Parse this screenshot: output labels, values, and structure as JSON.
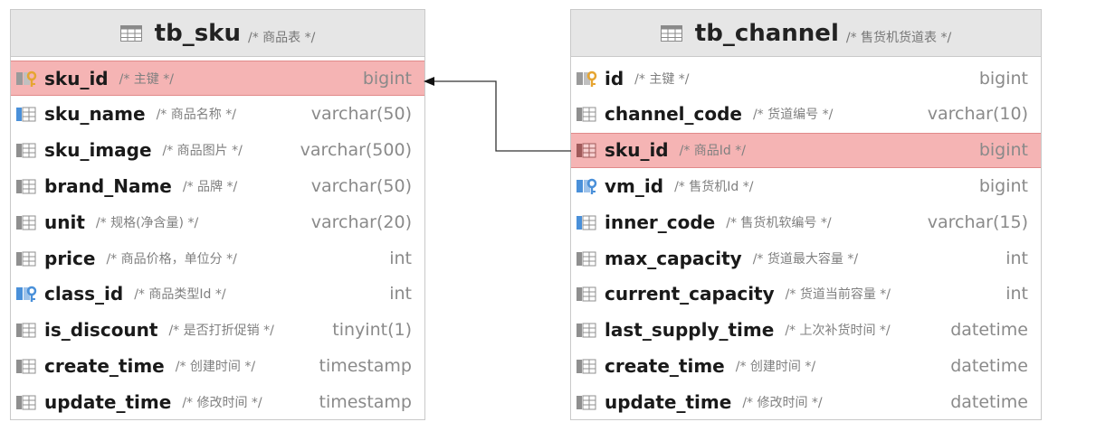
{
  "tables": [
    {
      "name": "tb_sku",
      "comment": "/* 商品表 */",
      "columns": [
        {
          "name": "sku_id",
          "comment": "/* 主键 */",
          "type": "bigint",
          "icon": "primary-key-icon",
          "highlight": true
        },
        {
          "name": "sku_name",
          "comment": "/* 商品名称 */",
          "type": "varchar(50)",
          "icon": "indexed-column-icon",
          "highlight": false
        },
        {
          "name": "sku_image",
          "comment": "/* 商品图片 */",
          "type": "varchar(500)",
          "icon": "column-icon",
          "highlight": false
        },
        {
          "name": "brand_Name",
          "comment": "/* 品牌 */",
          "type": "varchar(50)",
          "icon": "column-icon",
          "highlight": false
        },
        {
          "name": "unit",
          "comment": "/* 规格(净含量) */",
          "type": "varchar(20)",
          "icon": "column-icon",
          "highlight": false
        },
        {
          "name": "price",
          "comment": "/* 商品价格，单位分 */",
          "type": "int",
          "icon": "column-icon",
          "highlight": false
        },
        {
          "name": "class_id",
          "comment": "/* 商品类型Id */",
          "type": "int",
          "icon": "foreign-key-icon",
          "highlight": false
        },
        {
          "name": "is_discount",
          "comment": "/* 是否打折促销 */",
          "type": "tinyint(1)",
          "icon": "column-icon",
          "highlight": false
        },
        {
          "name": "create_time",
          "comment": "/* 创建时间 */",
          "type": "timestamp",
          "icon": "column-icon",
          "highlight": false
        },
        {
          "name": "update_time",
          "comment": "/* 修改时间 */",
          "type": "timestamp",
          "icon": "column-icon",
          "highlight": false
        }
      ]
    },
    {
      "name": "tb_channel",
      "comment": "/* 售货机货道表 */",
      "columns": [
        {
          "name": "id",
          "comment": "/* 主键 */",
          "type": "bigint",
          "icon": "primary-key-icon",
          "highlight": false
        },
        {
          "name": "channel_code",
          "comment": "/* 货道编号 */",
          "type": "varchar(10)",
          "icon": "column-icon",
          "highlight": false
        },
        {
          "name": "sku_id",
          "comment": "/* 商品Id */",
          "type": "bigint",
          "icon": "foreign-column-icon",
          "highlight": true
        },
        {
          "name": "vm_id",
          "comment": "/* 售货机Id */",
          "type": "bigint",
          "icon": "foreign-key-icon",
          "highlight": false
        },
        {
          "name": "inner_code",
          "comment": "/* 售货机软编号 */",
          "type": "varchar(15)",
          "icon": "indexed-column-icon",
          "highlight": false
        },
        {
          "name": "max_capacity",
          "comment": "/* 货道最大容量 */",
          "type": "int",
          "icon": "column-icon",
          "highlight": false
        },
        {
          "name": "current_capacity",
          "comment": "/* 货道当前容量 */",
          "type": "int",
          "icon": "column-icon",
          "highlight": false
        },
        {
          "name": "last_supply_time",
          "comment": "/* 上次补货时间 */",
          "type": "datetime",
          "icon": "column-icon",
          "highlight": false
        },
        {
          "name": "create_time",
          "comment": "/* 创建时间 */",
          "type": "datetime",
          "icon": "column-icon",
          "highlight": false
        },
        {
          "name": "update_time",
          "comment": "/* 修改时间 */",
          "type": "datetime",
          "icon": "column-icon",
          "highlight": false
        }
      ]
    }
  ],
  "relation": {
    "from_table": "tb_channel",
    "from_column": "sku_id",
    "to_table": "tb_sku",
    "to_column": "sku_id"
  },
  "colors": {
    "highlight": "#f5b4b4",
    "header": "#e6e6e6",
    "key": "#e6a532",
    "column": "#8f8f8f",
    "index": "#4a90d9"
  }
}
